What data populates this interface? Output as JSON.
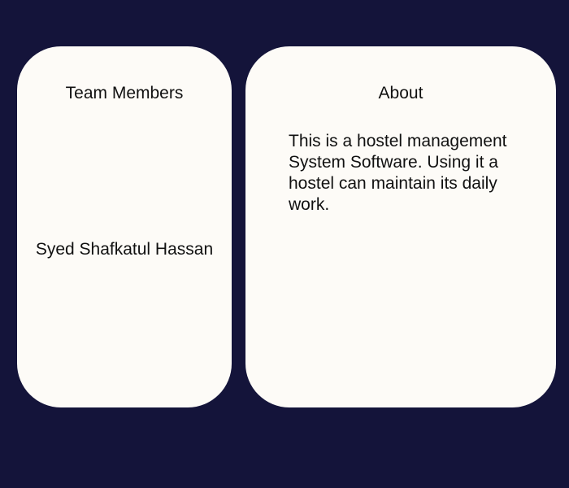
{
  "team": {
    "title": "Team Members",
    "members": [
      "Syed Shafkatul Hassan"
    ]
  },
  "about": {
    "title": "About",
    "text": "This is a hostel management System Software. Using it a hostel can maintain its daily work."
  },
  "colors": {
    "background": "#14143a",
    "card": "#fdfbf7",
    "text": "#111111"
  }
}
